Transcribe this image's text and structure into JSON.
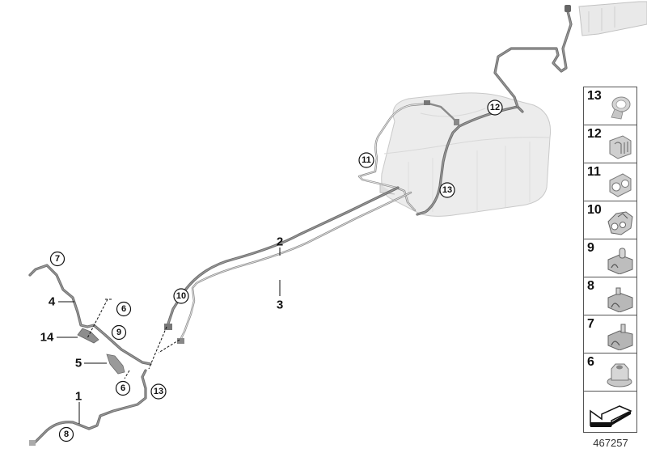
{
  "diagram": {
    "type": "parts-exploded-view",
    "subject": "fuel tank with feed and return lines",
    "drawing_number": "467257",
    "part_labels": [
      {
        "id": "1",
        "style": "plain"
      },
      {
        "id": "2",
        "style": "plain"
      },
      {
        "id": "3",
        "style": "plain"
      },
      {
        "id": "4",
        "style": "plain"
      },
      {
        "id": "5",
        "style": "plain"
      },
      {
        "id": "14",
        "style": "plain"
      }
    ],
    "callouts": [
      {
        "id": "6",
        "style": "circled",
        "position": "upper"
      },
      {
        "id": "6",
        "style": "circled",
        "position": "lower"
      },
      {
        "id": "7",
        "style": "circled"
      },
      {
        "id": "8",
        "style": "circled"
      },
      {
        "id": "9",
        "style": "circled"
      },
      {
        "id": "10",
        "style": "circled"
      },
      {
        "id": "11",
        "style": "circled"
      },
      {
        "id": "12",
        "style": "circled"
      },
      {
        "id": "13",
        "style": "circled",
        "position": "tank"
      },
      {
        "id": "13",
        "style": "circled",
        "position": "lower-left"
      }
    ]
  },
  "labels": {
    "p1": "1",
    "p2": "2",
    "p3": "3",
    "p4": "4",
    "p5": "5",
    "p14": "14",
    "c6a": "6",
    "c6b": "6",
    "c7": "7",
    "c8": "8",
    "c9": "9",
    "c10": "10",
    "c11": "11",
    "c12": "12",
    "c13a": "13",
    "c13b": "13"
  },
  "parts_panel": {
    "items": [
      {
        "number": "13",
        "icon": "pipe-clip-single-icon"
      },
      {
        "number": "12",
        "icon": "pipe-clip-double-icon"
      },
      {
        "number": "11",
        "icon": "pipe-clip-twin-icon"
      },
      {
        "number": "10",
        "icon": "pipe-clip-multi-icon"
      },
      {
        "number": "9",
        "icon": "stud-holder-icon"
      },
      {
        "number": "8",
        "icon": "stud-holder-small-icon"
      },
      {
        "number": "7",
        "icon": "stud-holder-bracket-icon"
      },
      {
        "number": "6",
        "icon": "collar-nut-icon"
      }
    ],
    "nav_icon": "back-arrow-icon"
  }
}
